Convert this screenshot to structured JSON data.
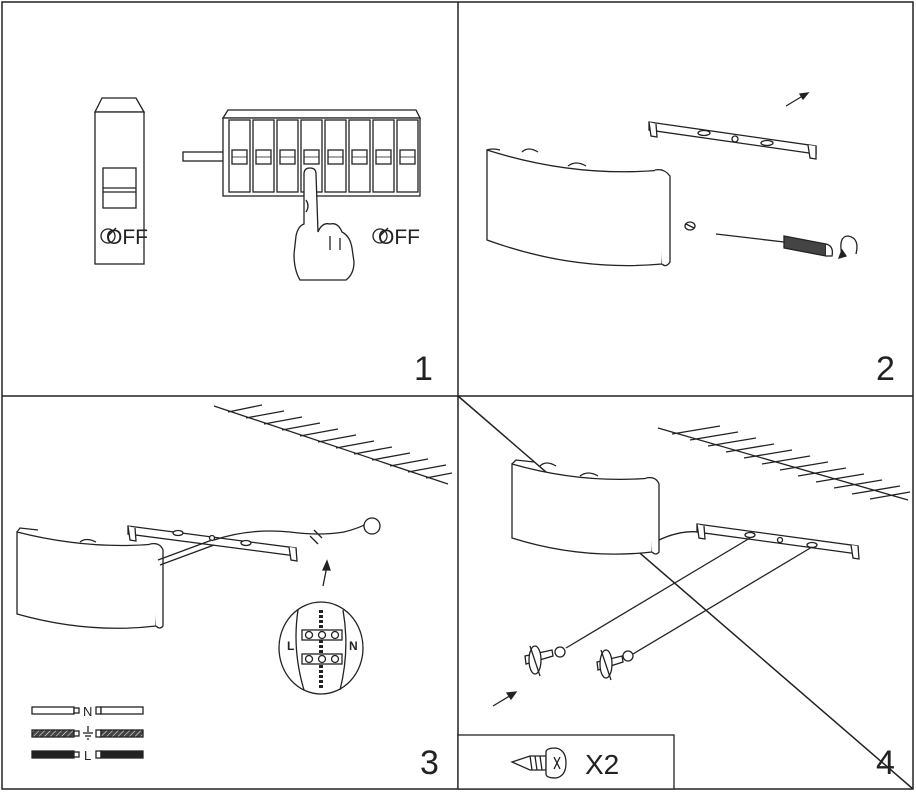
{
  "steps": [
    {
      "number": "1",
      "off_label_left": "OFF",
      "off_label_right": "OFF"
    },
    {
      "number": "2"
    },
    {
      "number": "3",
      "wire_N": "N",
      "wire_L": "L",
      "terminal_L": "L",
      "terminal_N": "N"
    },
    {
      "number": "4",
      "screw_count": "X2"
    }
  ],
  "colors": {
    "line": "#222222",
    "background": "#ffffff"
  },
  "icons": [
    "breaker-panel-icon",
    "hand-icon",
    "screwdriver-icon",
    "screw-icon",
    "wall-anchor-icon",
    "ground-symbol-icon"
  ]
}
